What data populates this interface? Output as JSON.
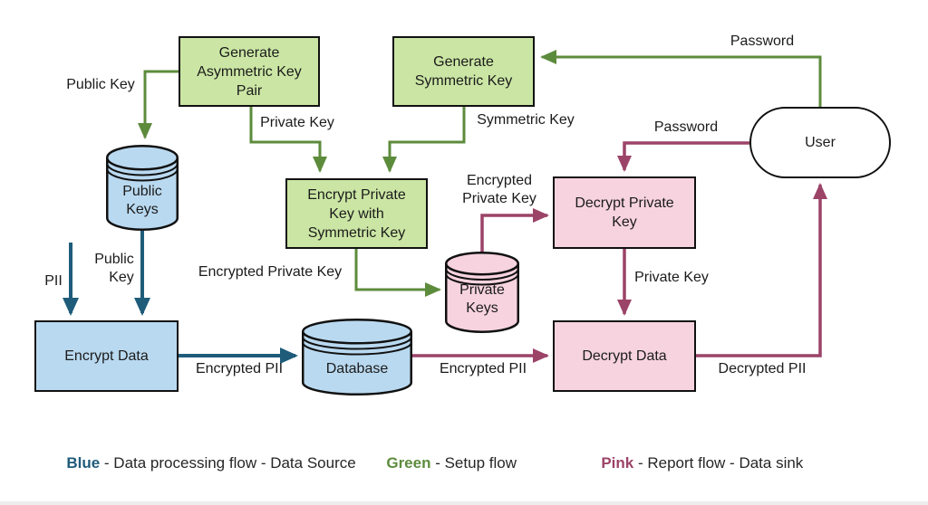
{
  "colors": {
    "setup_flow_green": "#5d8b3c",
    "data_processing_blue": "#1f5c7a",
    "report_flow_pink": "#9c4368",
    "green_box_fill": "#cbe6a4",
    "blue_fill": "#b9d9f0",
    "pink_fill": "#f7d3df",
    "shape_border": "#111111"
  },
  "nodes": {
    "generate_asymmetric": {
      "label": "Generate\nAsymmetric Key\nPair"
    },
    "generate_symmetric": {
      "label": "Generate\nSymmetric Key"
    },
    "encrypt_private_key": {
      "label": "Encrypt Private\nKey with\nSymmetric Key"
    },
    "decrypt_private_key": {
      "label": "Decrypt Private\nKey"
    },
    "encrypt_data": {
      "label": "Encrypt Data"
    },
    "decrypt_data": {
      "label": "Decrypt Data"
    },
    "user": {
      "label": "User"
    },
    "public_keys_store": {
      "label": "Public\nKeys"
    },
    "database_store": {
      "label": "Database"
    },
    "private_keys_store": {
      "label": "Private\nKeys"
    }
  },
  "edge_labels": {
    "public_key_to_store": "Public Key",
    "private_key_to_encrypt": "Private Key",
    "symmetric_key_to_encrypt": "Symmetric Key",
    "password_to_generate": "Password",
    "password_to_decrypt": "Password",
    "encrypted_private_key_to_store": "Encrypted Private Key",
    "encrypted_private_key_to_decrypt": "Encrypted\nPrivate Key",
    "pii_in": "PII",
    "public_key_to_encrypt_data": "Public\nKey",
    "private_key_to_decrypt_data": "Private Key",
    "encrypted_pii_to_database": "Encrypted PII",
    "encrypted_pii_to_decrypt": "Encrypted PII",
    "decrypted_pii_to_user": "Decrypted PII"
  },
  "legend": {
    "items": [
      {
        "term": "Blue",
        "desc": " - Data processing flow - Data Source"
      },
      {
        "term": "Green",
        "desc": " - Setup flow"
      },
      {
        "term": "Pink",
        "desc": " - Report flow - Data sink"
      }
    ]
  }
}
